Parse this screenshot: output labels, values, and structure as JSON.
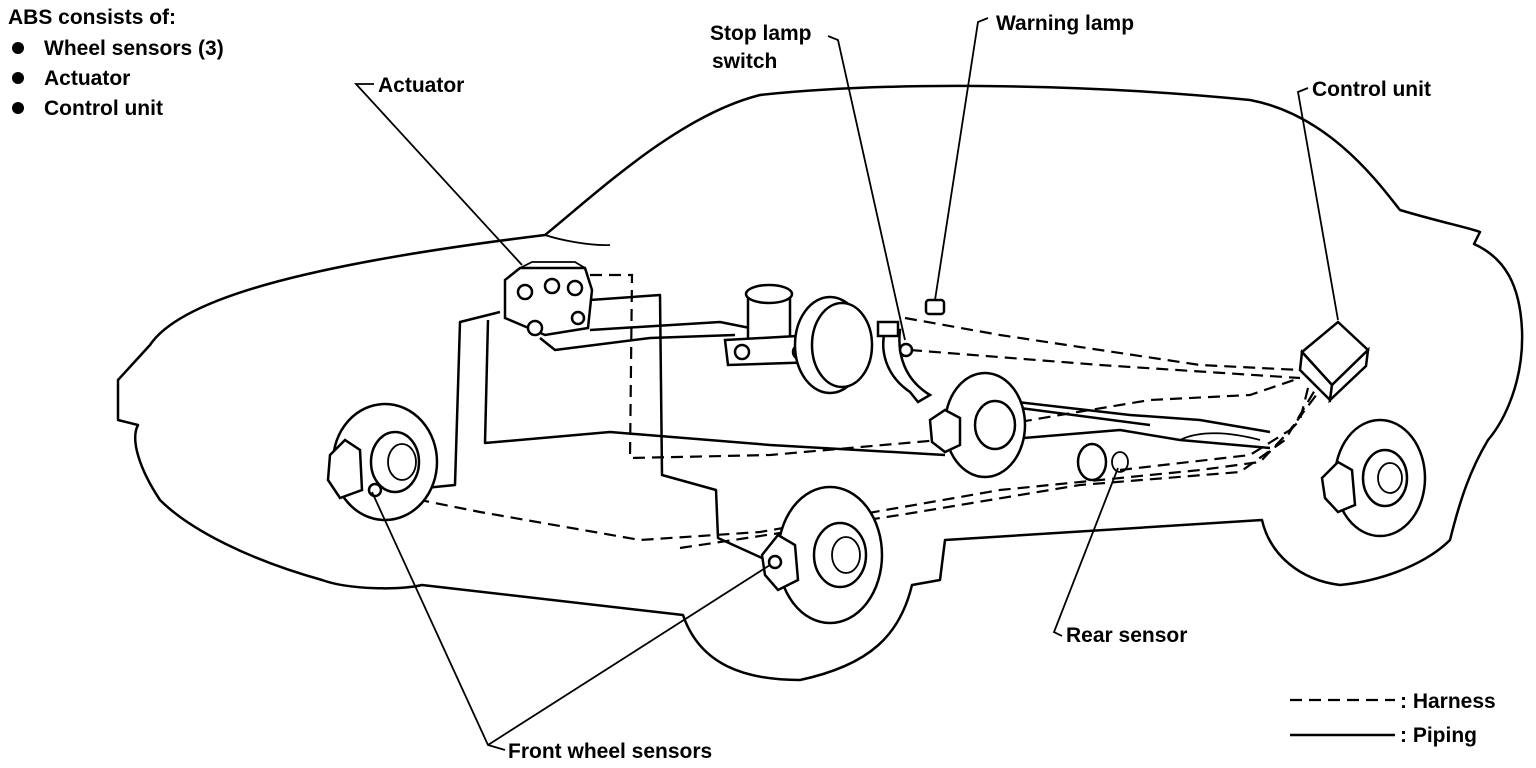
{
  "summary": {
    "heading": "ABS consists of:",
    "items": [
      "Wheel sensors (3)",
      "Actuator",
      "Control unit"
    ]
  },
  "labels": {
    "actuator": "Actuator",
    "stop_lamp_switch_line1": "Stop lamp",
    "stop_lamp_switch_line2": "switch",
    "warning_lamp": "Warning lamp",
    "control_unit": "Control unit",
    "rear_sensor": "Rear sensor",
    "front_wheel_sensors": "Front wheel sensors"
  },
  "legend": {
    "harness": ": Harness",
    "piping": ": Piping"
  }
}
